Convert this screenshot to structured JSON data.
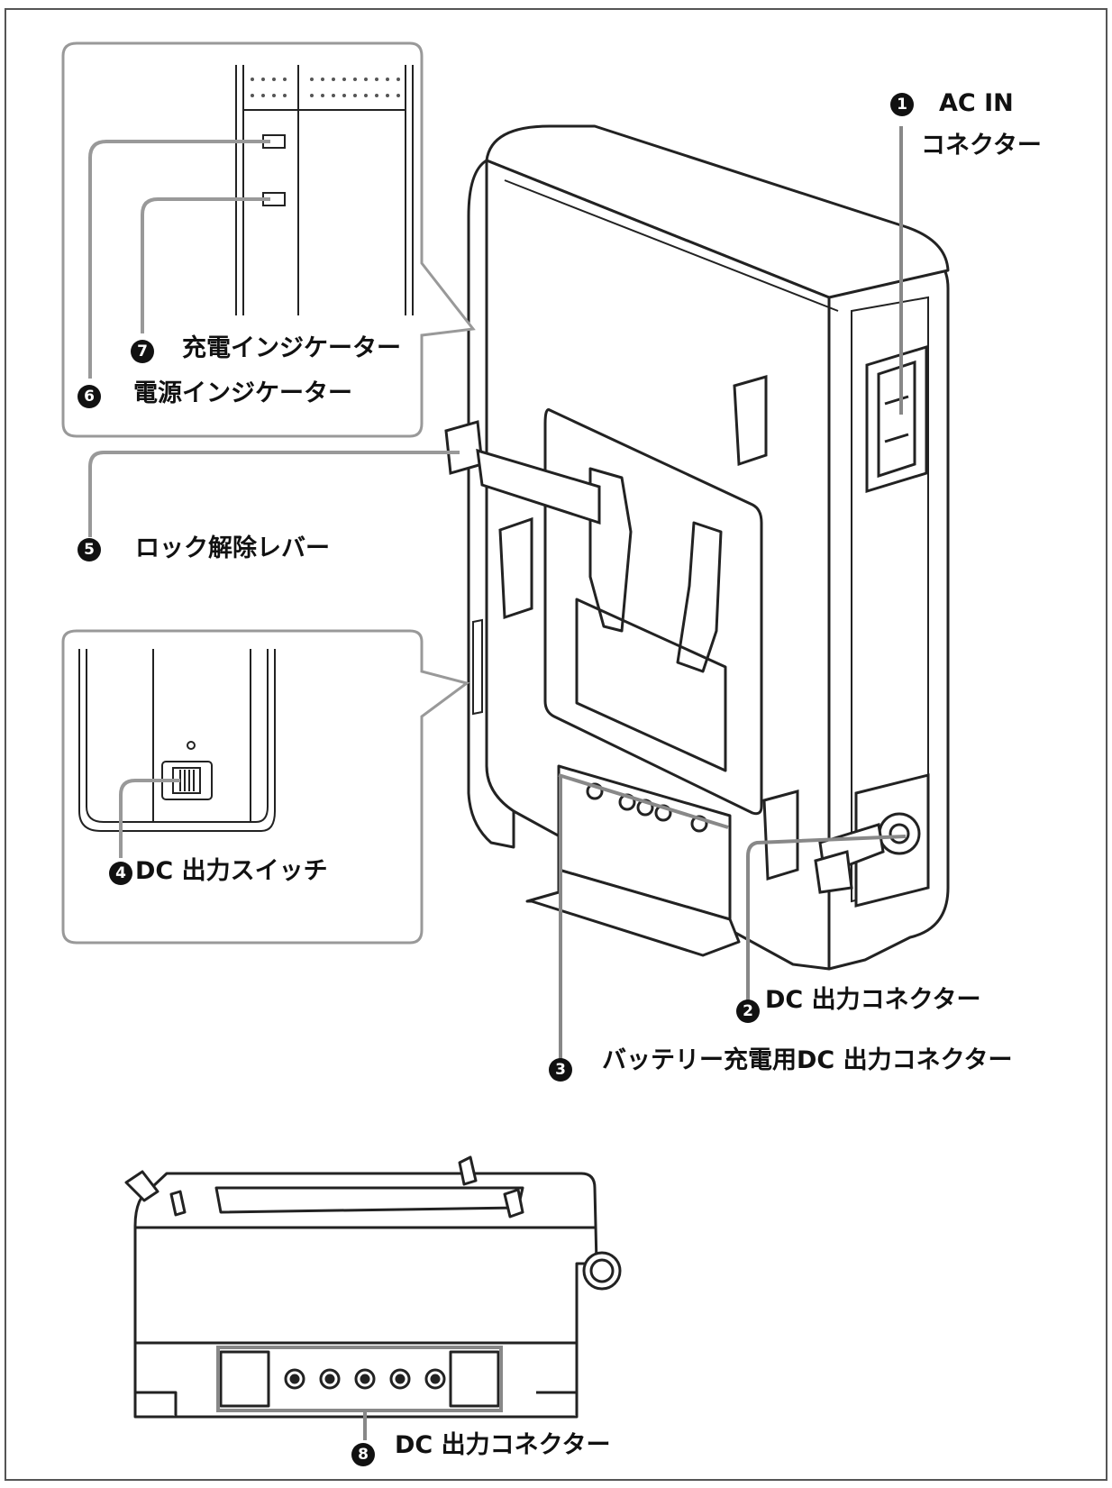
{
  "callouts": [
    {
      "num": "1",
      "label_line1": "AC IN",
      "label_line2": "コネクター"
    },
    {
      "num": "2",
      "label": "DC 出力コネクター"
    },
    {
      "num": "3",
      "label": "バッテリー充電用DC 出力コネクター"
    },
    {
      "num": "4",
      "label": "DC 出力スイッチ"
    },
    {
      "num": "5",
      "label": "ロック解除レバー"
    },
    {
      "num": "6",
      "label": "電源インジケーター"
    },
    {
      "num": "7",
      "label": "充電インジケーター"
    },
    {
      "num": "8",
      "label": "DC 出力コネクター"
    }
  ]
}
